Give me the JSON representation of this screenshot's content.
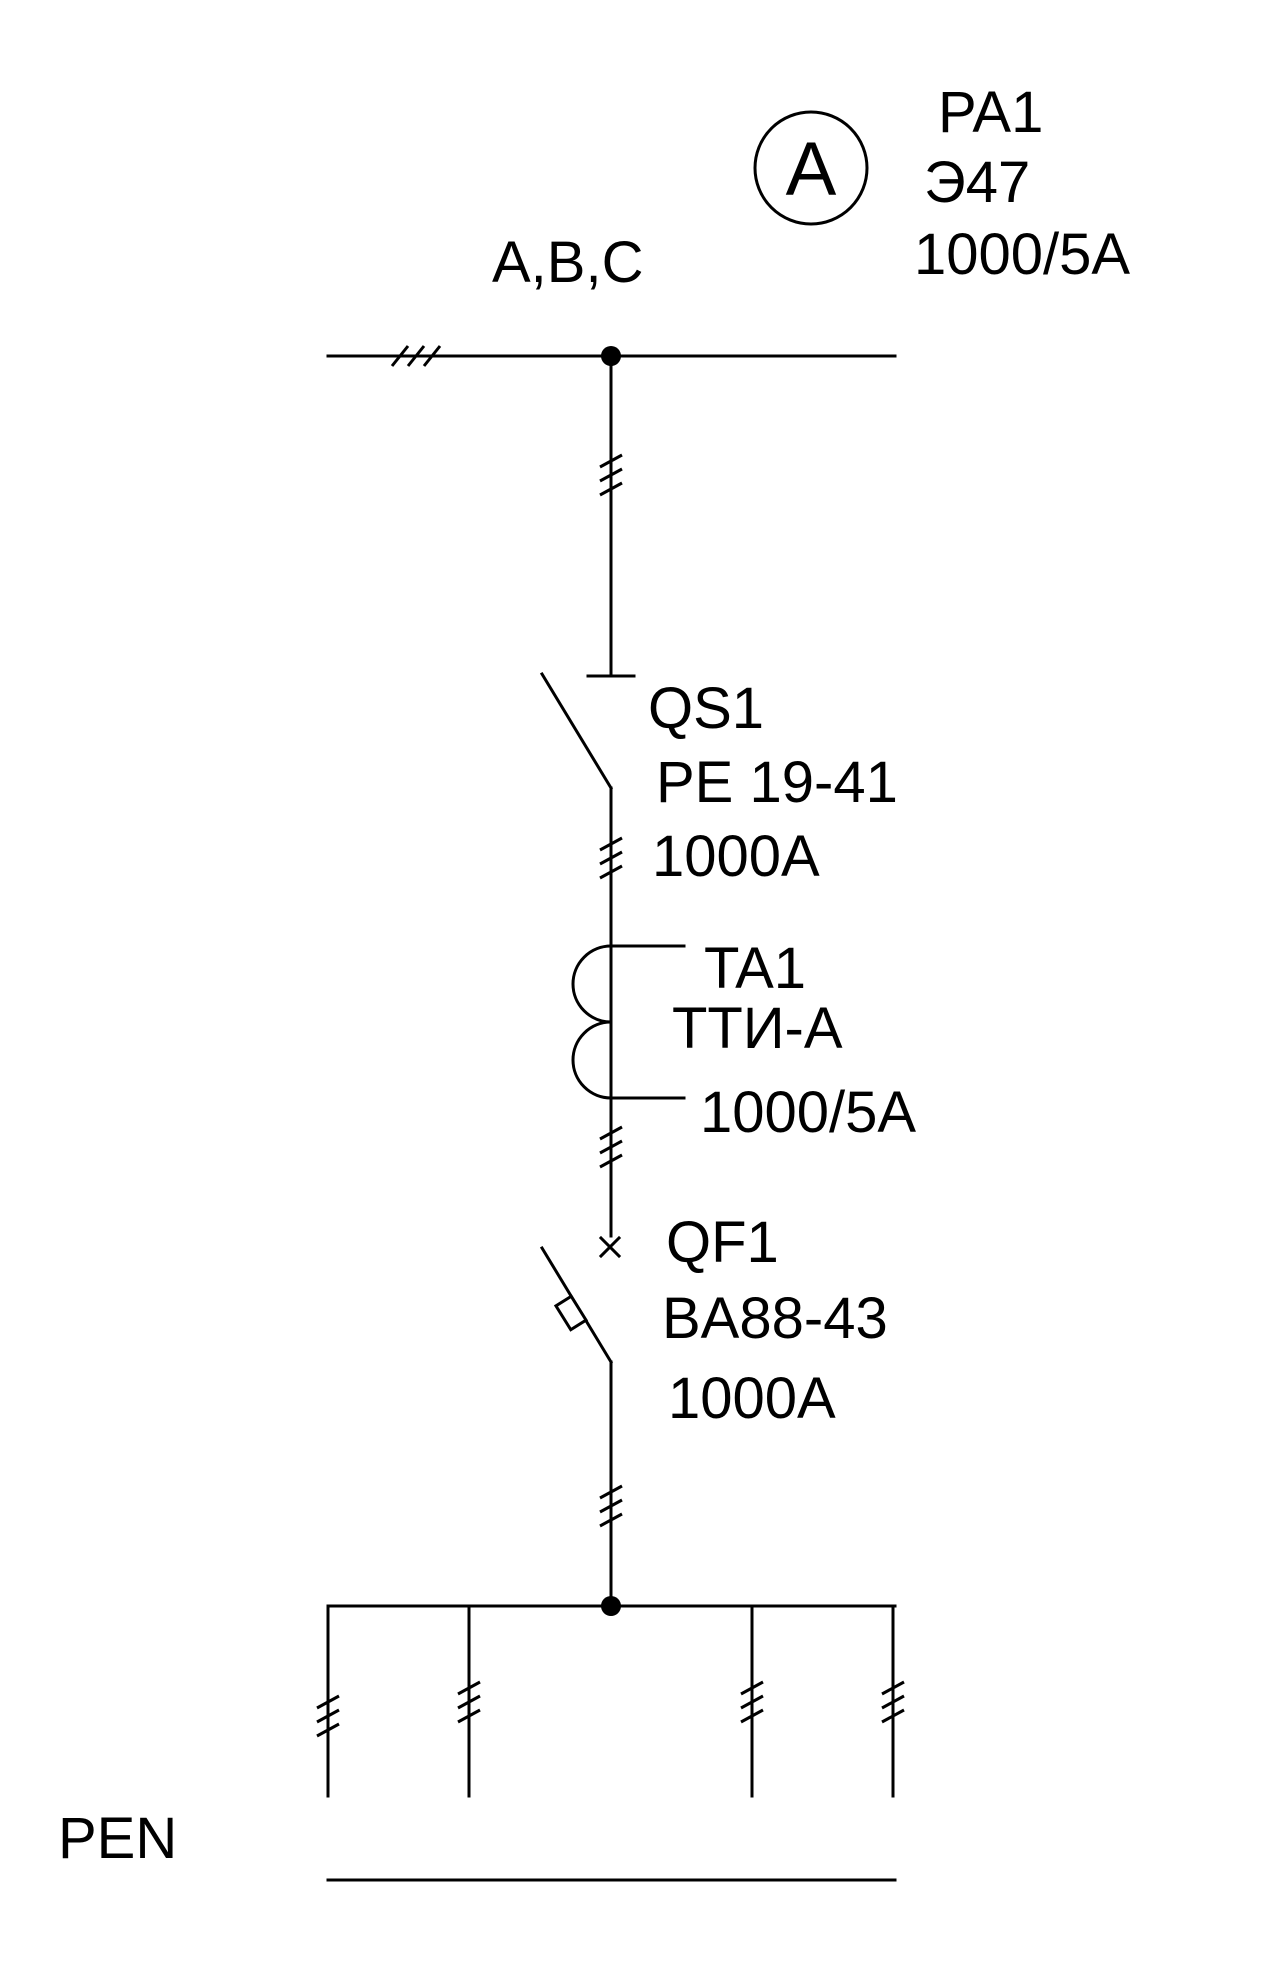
{
  "colors": {
    "line": "#000000",
    "background": "#ffffff"
  },
  "bus": {
    "label": "A,B,C",
    "phase_count": 3
  },
  "ammeter": {
    "symbol": "A",
    "designation": "PA1",
    "type": "Э47",
    "ratio": "1000/5A"
  },
  "disconnector": {
    "designation": "QS1",
    "type": "PE 19-41",
    "rating": "1000A"
  },
  "current_transformer": {
    "designation": "TA1",
    "type": "ТТИ-А",
    "ratio": "1000/5A"
  },
  "breaker": {
    "designation": "QF1",
    "type": "BA88-43",
    "rating": "1000A"
  },
  "outgoing": {
    "label": "PEN"
  }
}
